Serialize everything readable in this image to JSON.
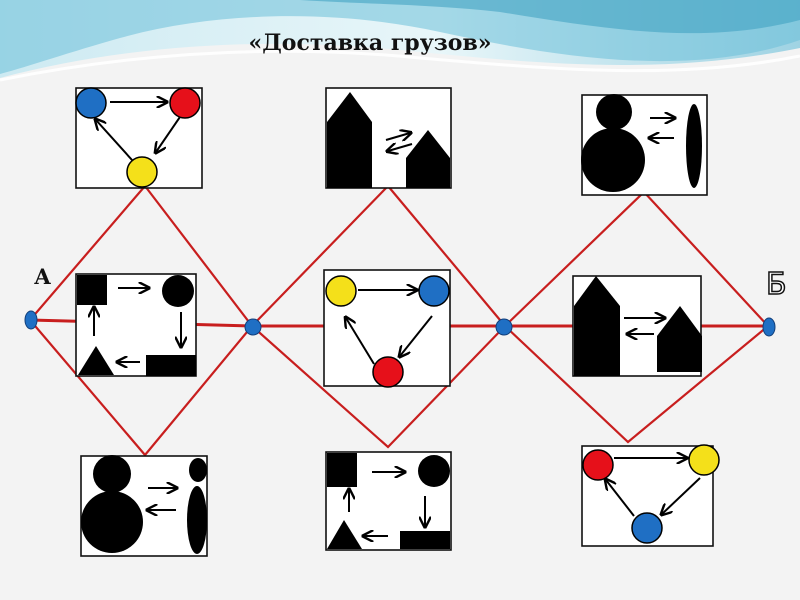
{
  "title": "«Доставка грузов»",
  "start_label": "А",
  "end_label": "Б",
  "colors": {
    "background": "#f3f3f3",
    "banner_light": "#bfe3ee",
    "banner_dark": "#4aa9c8",
    "path_line": "#c81e1e",
    "node": "#1f6fc4",
    "red": "#e6101a",
    "blue": "#1f6fc4",
    "yellow": "#f4e01a"
  }
}
